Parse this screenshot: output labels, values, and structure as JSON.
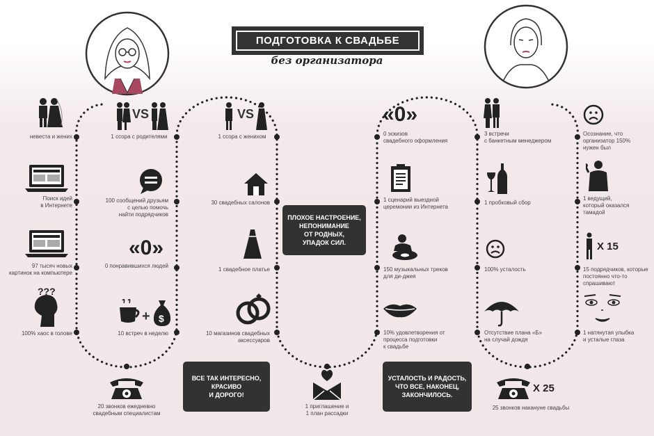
{
  "title": "ПОДГОТОВКА К СВАДЬБЕ",
  "subtitle": "без организатора",
  "col1": [
    "невеста и жених",
    "Поиск идей\nв Интернете",
    "97 тысяч новых\nкартинок на компьютере",
    "100% хаос в голове",
    "20 звонков ежедневно\nсвадебным специалистам"
  ],
  "col2": [
    "1 ссора с родителями",
    "100 сообщений друзьям\nс целью помочь\nнайти подрядчиков",
    "0 понравившихся людей",
    "10 встреч в неделю"
  ],
  "col3": [
    "1 ссора с женихом",
    "30 свадебных салонов",
    "1 свадебное платье",
    "10 магазинов свадебных\nаксессуаров"
  ],
  "col4": [
    "0 эскизов\nсвадебного оформления",
    "1 сценарий выездной\nцеремонии из Интернета",
    "150 музыкальных треков\nдля ди-джея",
    "10% удовлетворения от\nпроцесса подготовки\nк свадьбе",
    "1 приглашение и\n1 план рассадки"
  ],
  "col5": [
    "3 встречи\nс банкетным менеджером",
    "1 пробковый сбор",
    "100% усталость",
    "Отсутствие плана «Б»\nна случай дождя",
    "25 звонков накануне свадьбы"
  ],
  "col6": [
    "Осознание, что\nорганизатор 150%\nнужен был",
    "1 ведущий,\nкоторый оказался\nтамадой",
    "15 подрядчиков, которые\nпостоянно что-то\nспрашивают",
    "1 натянутая улыбка\nи усталые глаза"
  ],
  "boxes": {
    "middle": "ПЛОХОЕ НАСТРОЕНИЕ,\nНЕПОНИМАНИЕ\nОТ РОДНЫХ,\nУПАДОК СИЛ.",
    "left": "ВСЕ ТАК ИНТЕРЕСНО,\nКРАСИВО\nИ ДОРОГО!",
    "right": "УСТАЛОСТЬ И РАДОСТЬ,\nЧТО ВСЕ, НАКОНЕЦ,\nЗАКОНЧИЛОСЬ."
  },
  "glyphs": {
    "vs": "VS",
    "zero": "«0»",
    "x15": "X 15",
    "x25": "X 25",
    "plus": "+",
    "dollar": "$",
    "question": "???"
  }
}
